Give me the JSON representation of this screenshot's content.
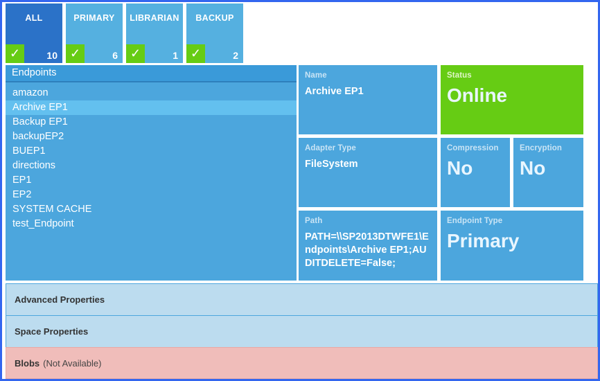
{
  "tabs": [
    {
      "label": "ALL",
      "count": "10",
      "check": "check-icon",
      "active": true
    },
    {
      "label": "PRIMARY",
      "count": "6",
      "check": "check-icon",
      "active": false
    },
    {
      "label": "LIBRARIAN",
      "count": "1",
      "check": "check-icon",
      "active": false
    },
    {
      "label": "BACKUP",
      "count": "2",
      "check": "check-icon",
      "active": false
    }
  ],
  "endpoints": {
    "header": "Endpoints",
    "selected": "Archive EP1",
    "items": [
      "amazon",
      "Archive EP1",
      "Backup EP1",
      "backupEP2",
      "BUEP1",
      "directions",
      "EP1",
      "EP2",
      "SYSTEM CACHE",
      "test_Endpoint"
    ]
  },
  "details": {
    "name": {
      "label": "Name",
      "value": "Archive EP1"
    },
    "status": {
      "label": "Status",
      "value": "Online"
    },
    "adapter_type": {
      "label": "Adapter Type",
      "value": "FileSystem"
    },
    "compression": {
      "label": "Compression",
      "value": "No"
    },
    "encryption": {
      "label": "Encryption",
      "value": "No"
    },
    "path": {
      "label": "Path",
      "value": "PATH=\\\\SP2013DTWFE1\\Endpoints\\Archive EP1;AUDITDELETE=False;"
    },
    "endpoint_type": {
      "label": "Endpoint Type",
      "value": "Primary"
    }
  },
  "panels": [
    {
      "label": "Advanced Properties",
      "sub": ""
    },
    {
      "label": "Space Properties",
      "sub": ""
    },
    {
      "label": "Blobs",
      "sub": "(Not Available)"
    }
  ],
  "colors": {
    "accent_blue": "#4ca6dd",
    "active_tab_blue": "#2b72c8",
    "status_green": "#66cc14",
    "panel_blue": "#bcdcef",
    "panel_red": "#f0bdba",
    "window_border": "#3366ef"
  }
}
